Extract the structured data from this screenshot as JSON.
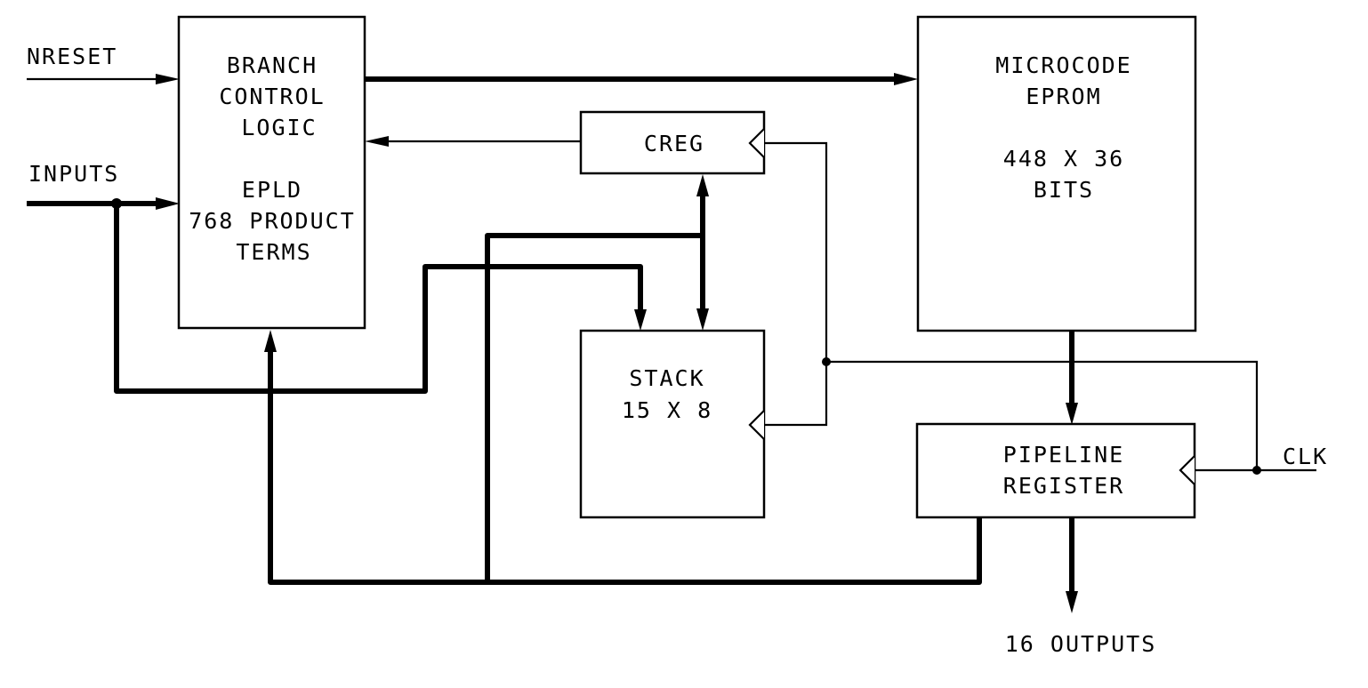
{
  "diagram": {
    "colors": {
      "line": "#000000",
      "background": "#ffffff"
    },
    "blocks": {
      "branch_control": {
        "lines": [
          "BRANCH",
          "CONTROL",
          "LOGIC",
          "",
          "EPLD",
          "768 PRODUCT",
          "TERMS"
        ]
      },
      "microcode_eprom": {
        "lines": [
          "MICROCODE",
          "EPROM",
          "",
          "448 X 36",
          "BITS"
        ]
      },
      "creg": {
        "lines": [
          "CREG"
        ]
      },
      "stack": {
        "lines": [
          "STACK",
          "15 X 8"
        ]
      },
      "pipeline_register": {
        "lines": [
          "PIPELINE",
          "REGISTER"
        ]
      }
    },
    "signals": {
      "nreset": "NRESET",
      "inputs": "INPUTS",
      "clk": "CLK",
      "outputs": "16 OUTPUTS"
    },
    "connections": [
      {
        "from": "NRESET",
        "to": "branch_control",
        "bus": false
      },
      {
        "from": "INPUTS",
        "to": "branch_control",
        "bus": true
      },
      {
        "from": "INPUTS",
        "to": "stack",
        "bus": true
      },
      {
        "from": "branch_control",
        "to": "microcode_eprom",
        "bus": true
      },
      {
        "from": "creg",
        "to": "branch_control",
        "bus": false
      },
      {
        "from": "creg",
        "to": "stack",
        "bus": true,
        "bidirectional": true
      },
      {
        "from": "microcode_eprom",
        "to": "pipeline_register",
        "bus": true
      },
      {
        "from": "pipeline_register",
        "to": "16 OUTPUTS",
        "bus": true
      },
      {
        "from": "pipeline_register",
        "to": "branch_control",
        "bus": true
      },
      {
        "from": "pipeline_register",
        "to": "creg/stack bus",
        "bus": true
      },
      {
        "from": "CLK",
        "to": "pipeline_register",
        "bus": false,
        "clock": true
      },
      {
        "from": "CLK",
        "to": "creg",
        "bus": false,
        "clock": true
      },
      {
        "from": "CLK",
        "to": "stack",
        "bus": false,
        "clock": true
      }
    ]
  }
}
